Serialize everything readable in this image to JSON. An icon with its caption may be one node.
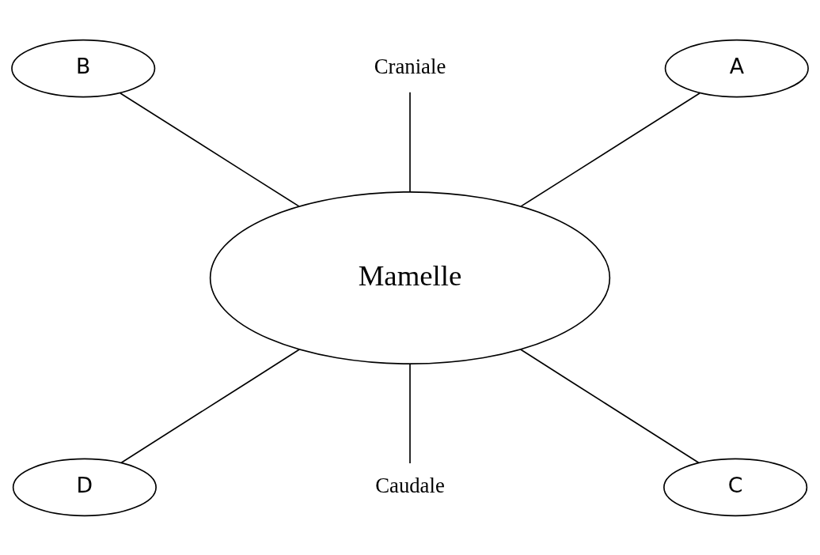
{
  "diagram": {
    "nodes": [
      {
        "text": [
          "Craniale"
        ]
      },
      {
        "text": [
          "B"
        ]
      },
      {
        "text": [
          "A"
        ]
      },
      {
        "text": [
          "Mamelle"
        ]
      },
      {
        "text": [
          "D"
        ]
      },
      {
        "text": [
          "C"
        ]
      },
      {
        "text": [
          "Caudale"
        ]
      }
    ],
    "edges": [
      {
        "from": 1,
        "to": 3,
        "arrow": "none"
      },
      {
        "from": 0,
        "to": 3,
        "arrow": "none"
      },
      {
        "from": 2,
        "to": 3,
        "arrow": "none"
      },
      {
        "from": 3,
        "to": 4,
        "arrow": "none"
      },
      {
        "from": 3,
        "to": 6,
        "arrow": "none"
      },
      {
        "from": 3,
        "to": 5,
        "arrow": "none"
      }
    ]
  }
}
